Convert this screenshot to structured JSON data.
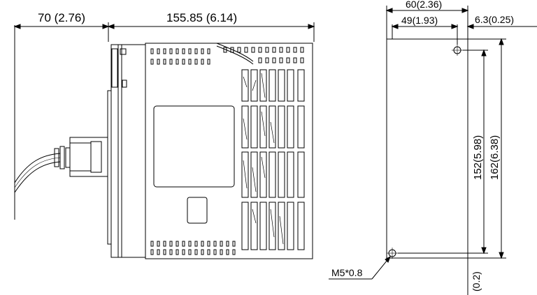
{
  "dimensions": {
    "cable_length": "70 (2.76)",
    "body_length": "155.85 (6.14)",
    "overall_width": "60(2.36)",
    "inner_width": "49(1.93)",
    "hole_offset_right": "6.3(0.25)",
    "hole_pitch": "152(5.98)",
    "overall_height": "162(6.38)",
    "bottom_gap": "(0.2)",
    "mount_screw": "M5*0.8"
  },
  "colors": {
    "line": "#000000",
    "background": "#ffffff"
  }
}
